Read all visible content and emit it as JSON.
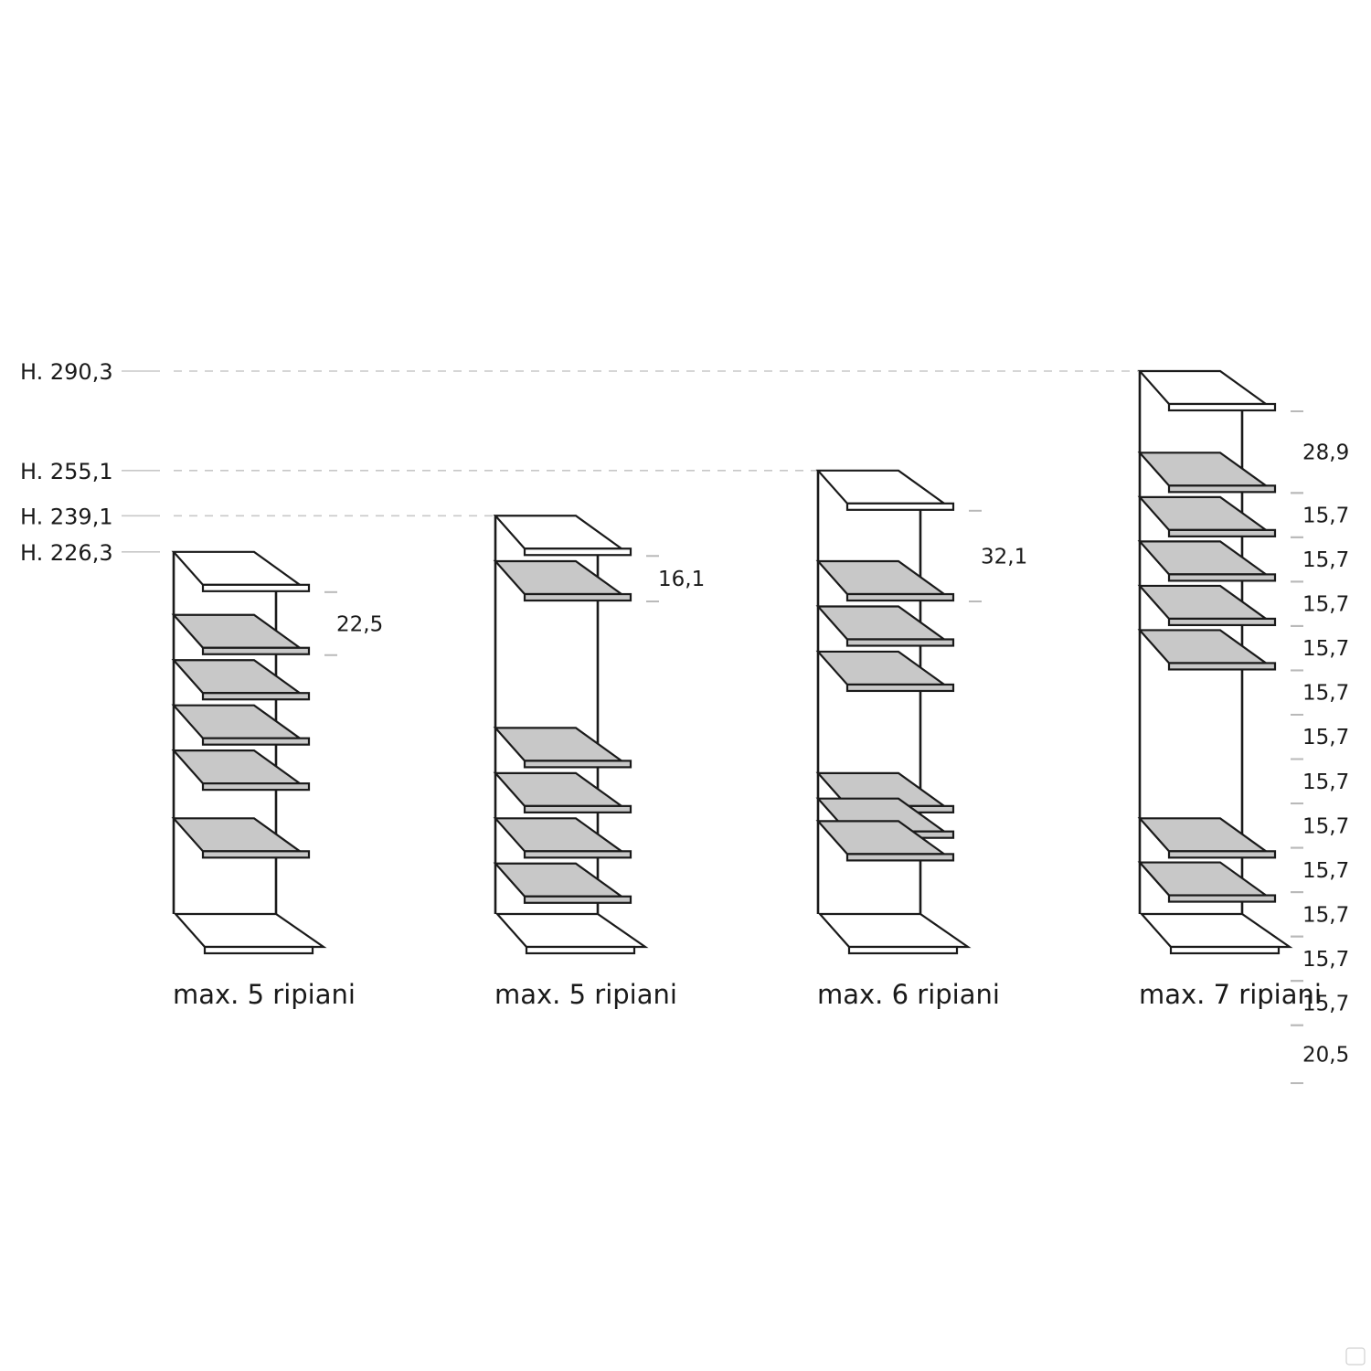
{
  "height_labels": [
    {
      "text": "H. 290,3",
      "value": 290.3
    },
    {
      "text": "H. 255,1",
      "value": 255.1
    },
    {
      "text": "H. 239,1",
      "value": 239.1
    },
    {
      "text": "H. 226,3",
      "value": 226.3
    }
  ],
  "colors": {
    "line": "#1a1a1a",
    "shelf_fill": "#c8c8c8",
    "top_fill": "#ffffff",
    "guide": "#c8c8c8",
    "tick": "#b9b9b9"
  },
  "units": [
    {
      "caption": "max. 5 ripiani",
      "height": "H. 226,3",
      "shelves_cm": [
        226.3,
        204.0,
        188.0,
        172.0,
        156.0,
        132.0,
        100.4
      ],
      "dimensions": [
        {
          "label": "22,5",
          "from": 226.3,
          "to": 204.0
        }
      ]
    },
    {
      "caption": "max. 5 ripiani",
      "height": "H. 239,1",
      "shelves_cm": [
        239.1,
        223.0,
        164.0,
        148.0,
        132.0,
        116.0,
        100.4
      ],
      "dimensions": [
        {
          "label": "16,1",
          "from": 239.1,
          "to": 223.0
        }
      ]
    },
    {
      "caption": "max. 6 ripiani",
      "height": "H. 255,1",
      "shelves_cm": [
        255.1,
        223.0,
        207.0,
        191.0,
        148.0,
        139.0,
        131.0,
        100.4
      ],
      "dimensions": [
        {
          "label": "32,1",
          "from": 255.1,
          "to": 223.0
        }
      ]
    },
    {
      "caption": "max. 7 ripiani",
      "height": "H. 290,3",
      "shelves_cm": [
        290.3,
        261.4,
        245.7,
        230.0,
        214.3,
        198.6,
        132.0,
        116.4,
        100.4
      ],
      "dimensions": [
        {
          "label": "28,9",
          "from": 290.3,
          "to": 261.4
        },
        {
          "label": "15,7",
          "from": 261.4,
          "to": 245.7
        },
        {
          "label": "15,7",
          "from": 245.7,
          "to": 230.0
        },
        {
          "label": "15,7",
          "from": 230.0,
          "to": 214.3
        },
        {
          "label": "15,7",
          "from": 214.3,
          "to": 198.6
        },
        {
          "label": "15,7",
          "from": 198.6,
          "to": 182.9
        },
        {
          "label": "15,7",
          "from": 182.9,
          "to": 167.2
        },
        {
          "label": "15,7",
          "from": 167.2,
          "to": 151.5
        },
        {
          "label": "15,7",
          "from": 151.5,
          "to": 135.8
        },
        {
          "label": "15,7",
          "from": 135.8,
          "to": 120.1
        },
        {
          "label": "15,7",
          "from": 120.1,
          "to": 104.4
        },
        {
          "label": "15,7",
          "from": 104.4,
          "to": 88.7
        },
        {
          "label": "15,7",
          "from": 88.7,
          "to": 73.0
        },
        {
          "label": "20,5",
          "from": 73.0,
          "to": 52.5
        }
      ]
    }
  ]
}
